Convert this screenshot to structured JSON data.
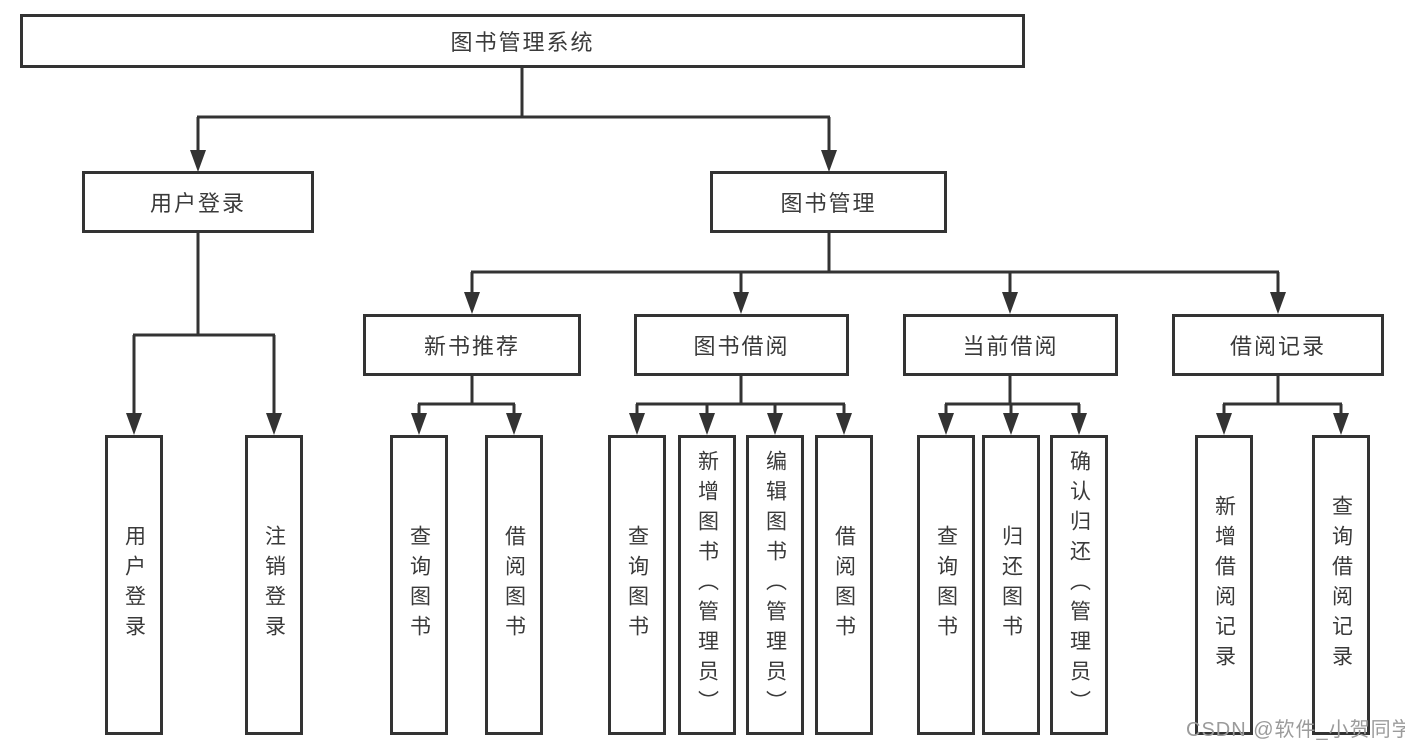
{
  "diagram": {
    "root": {
      "label": "图书管理系统"
    },
    "level2": [
      {
        "label": "用户登录"
      },
      {
        "label": "图书管理"
      }
    ],
    "level3": [
      {
        "label": "新书推荐"
      },
      {
        "label": "图书借阅"
      },
      {
        "label": "当前借阅"
      },
      {
        "label": "借阅记录"
      }
    ],
    "leaves": {
      "user_login": [
        {
          "label": "用户登录"
        },
        {
          "label": "注销登录"
        }
      ],
      "new_book": [
        {
          "label": "查询图书"
        },
        {
          "label": "借阅图书"
        }
      ],
      "book_borrow": [
        {
          "label": "查询图书"
        },
        {
          "label": "新增图书（管理员）"
        },
        {
          "label": "编辑图书（管理员）"
        },
        {
          "label": "借阅图书"
        }
      ],
      "current_borrow": [
        {
          "label": "查询图书"
        },
        {
          "label": "归还图书"
        },
        {
          "label": "确认归还（管理员）"
        }
      ],
      "borrow_record": [
        {
          "label": "新增借阅记录"
        },
        {
          "label": "查询借阅记录"
        }
      ]
    },
    "colors": {
      "line": "#333333",
      "text": "#3a3a3a",
      "background": "#ffffff",
      "watermark": "#9b9b9b"
    },
    "watermark": "CSDN @软件_小贺同学"
  }
}
